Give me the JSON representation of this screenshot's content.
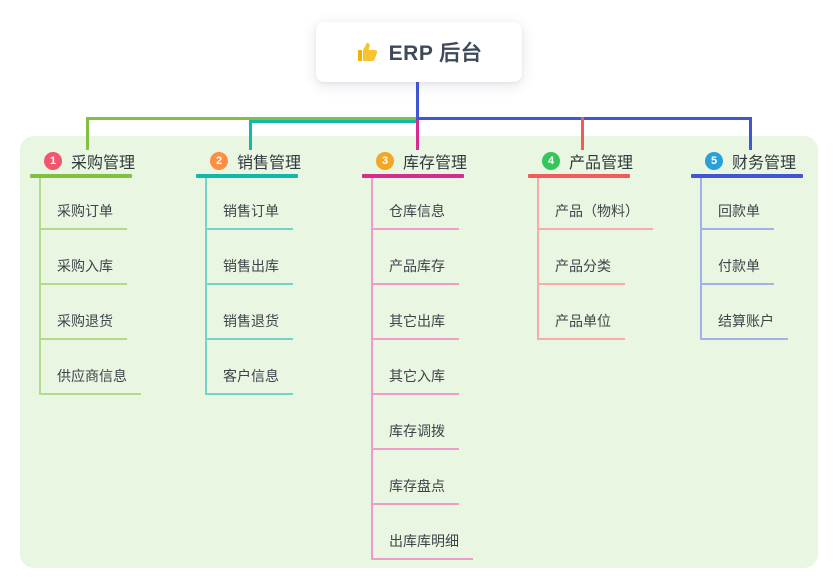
{
  "root": {
    "icon": "thumbs-up-icon",
    "label": "ERP 后台"
  },
  "colors": {
    "canvas_bg": "#ffffff",
    "panel_bg": "#e8f6e2",
    "root_stem": "#4156d4",
    "root_text": "#3f4a59",
    "heading_text": "#33383e",
    "child_text": "#3f444a",
    "thumb_fill": "#f7c331",
    "thumb_cuff": "#f0b400"
  },
  "branches": [
    {
      "badge": "1",
      "label": "采购管理",
      "badge_color": "#f1566e",
      "line_color": "#82c043",
      "child_line_color": "#b3db8c",
      "children": [
        "采购订单",
        "采购入库",
        "采购退货",
        "供应商信息"
      ]
    },
    {
      "badge": "2",
      "label": "销售管理",
      "badge_color": "#fd8e44",
      "line_color": "#13b8ab",
      "child_line_color": "#76d3c9",
      "children": [
        "销售订单",
        "销售出库",
        "销售退货",
        "客户信息"
      ]
    },
    {
      "badge": "3",
      "label": "库存管理",
      "badge_color": "#f5a623",
      "line_color": "#d62b90",
      "child_line_color": "#ef9ccb",
      "children": [
        "仓库信息",
        "产品库存",
        "其它出库",
        "其它入库",
        "库存调拨",
        "库存盘点",
        "出库库明细"
      ]
    },
    {
      "badge": "4",
      "label": "产品管理",
      "badge_color": "#35c659",
      "line_color": "#f15b5b",
      "child_line_color": "#f8abab",
      "children": [
        "产品（物料）",
        "产品分类",
        "产品单位"
      ]
    },
    {
      "badge": "5",
      "label": "财务管理",
      "badge_color": "#2aa0d9",
      "line_color": "#4156d4",
      "child_line_color": "#9fb3e8",
      "children": [
        "回款单",
        "付款单",
        "结算账户"
      ]
    }
  ]
}
